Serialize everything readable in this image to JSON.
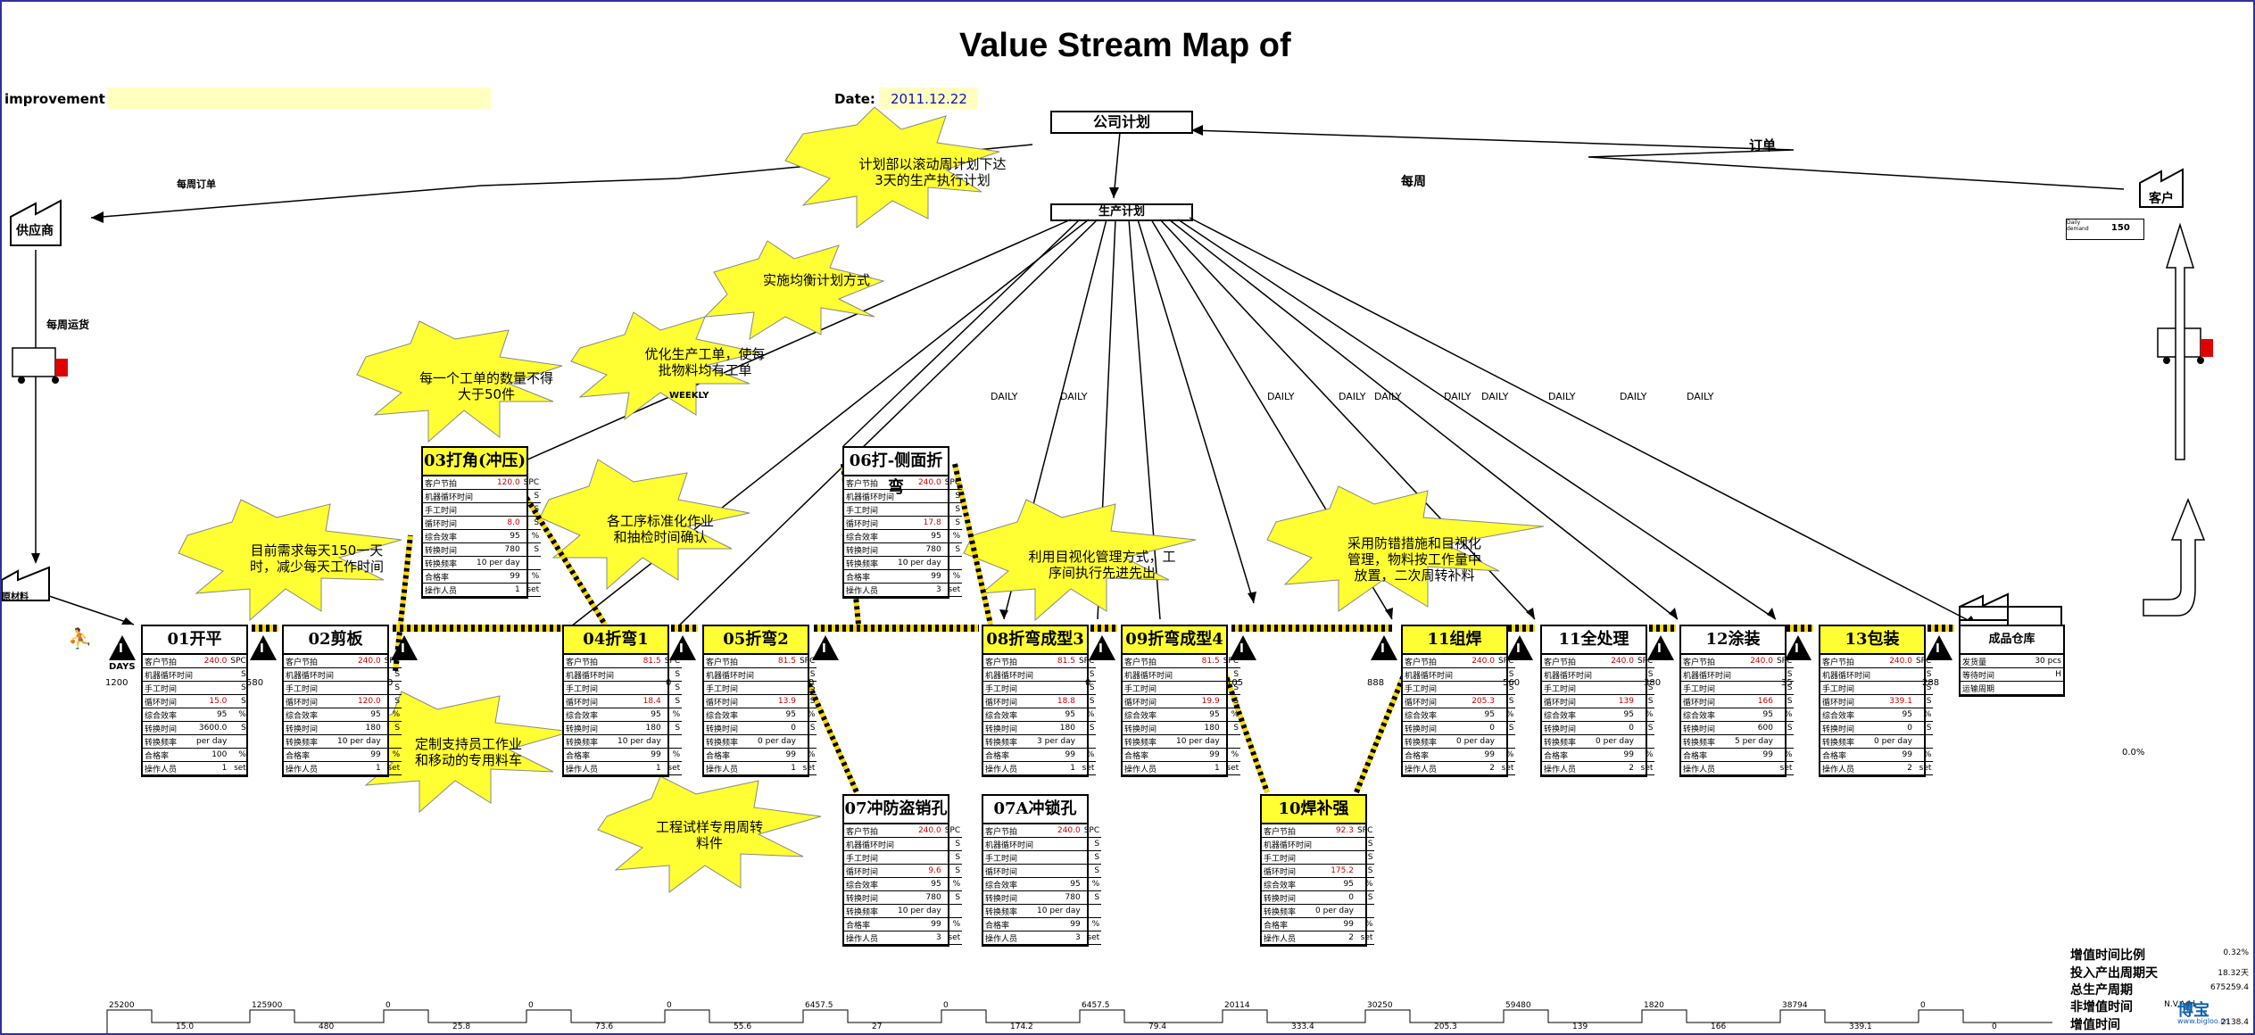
{
  "title": "Value Stream Map of",
  "header": {
    "improvement_label": "improvement",
    "date_label": "Date:",
    "date_value": "2011.12.22"
  },
  "control": {
    "company_plan": "公司计划",
    "production_plan": "生产计划",
    "order_label": "订单",
    "weekly_label": "每周",
    "weekly_order": "每周订单",
    "weekly_ship": "每周运货"
  },
  "supplier": "供应商",
  "customer": {
    "label": "客户",
    "daily_label": "Daily demand",
    "daily_value": "150"
  },
  "raw_material": "原材料",
  "daily_labels": [
    "DAILY",
    "DAILY",
    "DAILY",
    "DAILY",
    "DAILY",
    "DAILY",
    "DAILY",
    "DAILY",
    "DAILY",
    "DAILY"
  ],
  "weekly_text": "WEEKLY",
  "bursts": [
    "计划部以滚动周计划下达3天的生产执行计划",
    "实施均衡计划方式",
    "优化生产工单，使每批物料均有工单",
    "每一个工单的数量不得大于50件",
    "各工序标准化作业和抽检时间确认",
    "目前需求每天150一天时，减少每天工作时间",
    "利用目视化管理方式，工序间执行先进先出",
    "采用防错措施和目视化管理，物料按工作量中放置，二次周转补料",
    "定制支持员工作业和移动的专用料车",
    "工程试样专用周转料件"
  ],
  "labels": {
    "ct": "客户节拍",
    "mt": "机器循环时间",
    "hand": "手工时间",
    "cycle": "循环时间",
    "oee": "综合效率",
    "co": "转换时间",
    "batch": "转换频率",
    "yield": "合格率",
    "ops": "操作人员"
  },
  "processes": [
    {
      "name": "01开平",
      "yellow": false,
      "takt": "240.0",
      "cycle": "15.0",
      "co": "3600.0",
      "freq": "per day",
      "yield": "100",
      "ops": "1"
    },
    {
      "name": "02剪板",
      "yellow": false,
      "takt": "240.0",
      "cycle": "120.0",
      "co": "180",
      "freq": "10 per day",
      "yield": "99",
      "ops": "1"
    },
    {
      "name": "03打角(冲压)",
      "yellow": true,
      "takt": "120.0",
      "cycle": "8.0",
      "co": "780",
      "freq": "10 per day",
      "yield": "99",
      "ops": "1"
    },
    {
      "name": "04折弯1",
      "yellow": true,
      "takt": "81.5",
      "cycle": "18.4",
      "co": "180",
      "freq": "10 per day",
      "yield": "99",
      "ops": "1"
    },
    {
      "name": "05折弯2",
      "yellow": true,
      "takt": "81.5",
      "cycle": "13.9",
      "co": "0",
      "freq": "0 per day",
      "yield": "99",
      "ops": "1"
    },
    {
      "name": "06打-侧面折弯",
      "yellow": false,
      "takt": "240.0",
      "cycle": "17.8",
      "co": "780",
      "freq": "10 per day",
      "yield": "99",
      "ops": "3"
    },
    {
      "name": "07冲防盗销孔",
      "yellow": false,
      "takt": "240.0",
      "cycle": "9.6",
      "co": "780",
      "freq": "10 per day",
      "yield": "99",
      "ops": "3"
    },
    {
      "name": "07A冲锁孔",
      "yellow": false,
      "takt": "240.0",
      "cycle": "",
      "co": "780",
      "freq": "10 per day",
      "yield": "99",
      "ops": "3"
    },
    {
      "name": "08折弯成型3",
      "yellow": true,
      "takt": "81.5",
      "cycle": "18.8",
      "co": "180",
      "freq": "3 per day",
      "yield": "99",
      "ops": "1"
    },
    {
      "name": "09折弯成型4",
      "yellow": true,
      "takt": "81.5",
      "cycle": "19.9",
      "co": "180",
      "freq": "10 per day",
      "yield": "99",
      "ops": "1"
    },
    {
      "name": "10焊补强",
      "yellow": true,
      "takt": "92.3",
      "cycle": "175.2",
      "co": "0",
      "freq": "0 per day",
      "yield": "99",
      "ops": "2"
    },
    {
      "name": "11组焊",
      "yellow": true,
      "takt": "240.0",
      "cycle": "205.3",
      "co": "0",
      "freq": "0 per day",
      "yield": "99",
      "ops": "2"
    },
    {
      "name": "11全处理",
      "yellow": false,
      "takt": "240.0",
      "cycle": "139",
      "co": "0",
      "freq": "0 per day",
      "yield": "99",
      "ops": "2"
    },
    {
      "name": "12涂装",
      "yellow": false,
      "takt": "240.0",
      "cycle": "166",
      "co": "600",
      "freq": "5 per day",
      "yield": "99",
      "ops": ""
    },
    {
      "name": "13包装",
      "yellow": true,
      "takt": "240.0",
      "cycle": "339.1",
      "co": "0",
      "freq": "0 per day",
      "yield": "99",
      "ops": "2"
    }
  ],
  "warehouse": {
    "name": "成品仓库",
    "rows": [
      "发货量",
      "等待时间",
      "运输周期"
    ],
    "vals": [
      "30 pcs",
      "H",
      ""
    ]
  },
  "inventory": [
    "1200",
    "580",
    "0",
    "0",
    "0",
    "0",
    "105",
    "888",
    "560",
    "380",
    "35",
    "288",
    "0"
  ],
  "inventory_left": "DAYS",
  "timeline_top": [
    "25200",
    "125900",
    "0",
    "0",
    "0",
    "6457.5",
    "0",
    "6457.5",
    "20114",
    "30250",
    "59480",
    "1820",
    "38794",
    "0"
  ],
  "timeline_bottom": [
    "15.0",
    "480",
    "25.8",
    "73.6",
    "55.6",
    "27",
    "174.2",
    "79.4",
    "333.4",
    "205.3",
    "139",
    "166",
    "339.1",
    "0"
  ],
  "summary": {
    "va_ratio_label": "增值时间比例",
    "va_ratio": "0.32%",
    "lead_days_label": "投入产出周期天",
    "lead_days": "18.32天",
    "total_label": "总生产周期",
    "total": "675259.4",
    "nva_label": "非增值时间",
    "nva": "N.V.Add",
    "va_label": "增值时间",
    "va": "2138.4",
    "pct": "0.0%"
  },
  "watermark": "博宝",
  "watermark_url": "www.bigloo.cn"
}
